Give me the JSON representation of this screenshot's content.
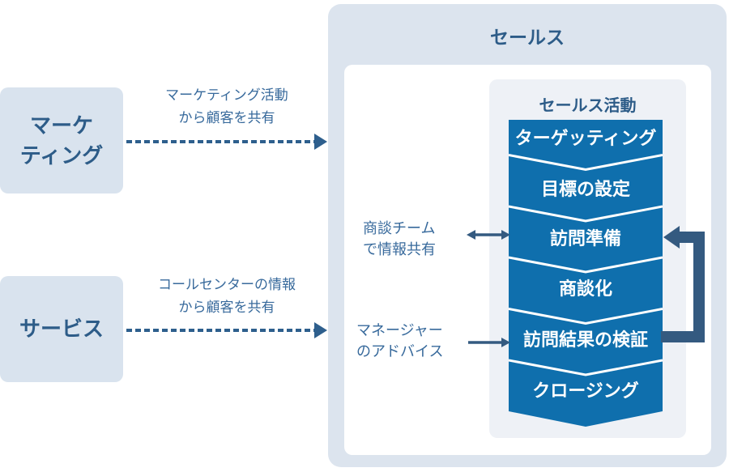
{
  "colors": {
    "panel_bg": "#dce4ee",
    "box_bg": "#d9e3ee",
    "inner_panel_bg": "#eef1f6",
    "flow_blue": "#0f6fad",
    "arrow_dark": "#345a80",
    "dotted_arrow": "#2e5f8d",
    "heading_text": "#2d5c88",
    "label_text": "#386a9c"
  },
  "marketing_box": {
    "line1": "マーケ",
    "line2": "ティング"
  },
  "service_box": {
    "label": "サービス"
  },
  "marketing_flow": {
    "line1": "マーケティング活動",
    "line2": "から顧客を共有"
  },
  "service_flow": {
    "line1": "コールセンターの情報",
    "line2": "から顧客を共有"
  },
  "sales_panel": {
    "title": "セールス"
  },
  "activity_panel": {
    "title": "セールス活動"
  },
  "flow_steps": [
    "ターゲッティング",
    "目標の設定",
    "訪問準備",
    "商談化",
    "訪問結果の検証",
    "クロージング"
  ],
  "annotations": {
    "team_share": {
      "line1": "商談チーム",
      "line2": "で情報共有"
    },
    "manager_advice": {
      "line1": "マネージャー",
      "line2": "のアドバイス"
    }
  }
}
